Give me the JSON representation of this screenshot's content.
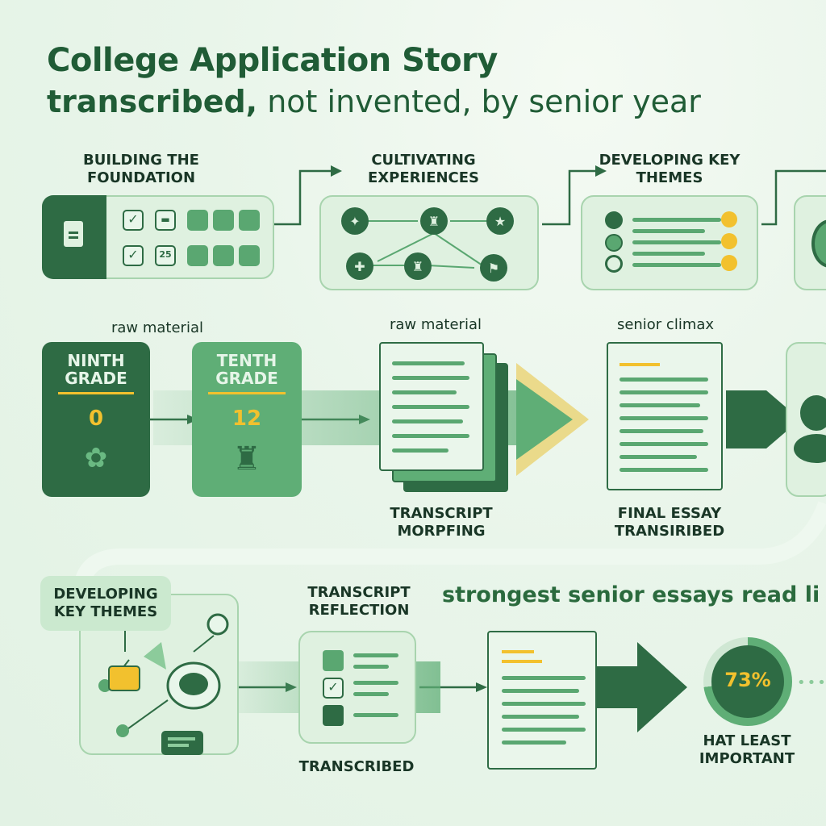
{
  "title": {
    "line1": "College Application Story",
    "line2_bold": "transcribed,",
    "line2_rest": " not invented, by senior year"
  },
  "top_row": {
    "steps": [
      {
        "label": "BUILDING THE FOUNDATION"
      },
      {
        "label": "CULTIVATING EXPERIENCES"
      },
      {
        "label": "DEVELOPING KEY THEMES"
      }
    ],
    "calendar_day": "25"
  },
  "middle_row": {
    "raw_material_left": "raw material",
    "raw_material_center": "raw material",
    "senior_climax": "senior climax",
    "ninth_grade": {
      "label": "NINTH GRADE",
      "value": "0"
    },
    "tenth_grade": {
      "label": "TENTH GRADE",
      "value": "12"
    },
    "transcript_morphing": "TRANSCRIPT MORPFING",
    "final_essay": "FINAL ESSAY TRANSIRIBED"
  },
  "bottom_row": {
    "developing_themes": "DEVELOPING KEY THEMES",
    "transcript_reflection": "TRANSCRIPT REFLECTION",
    "transcribed": "TRANSCRIBED",
    "strongest_text": "strongest senior essays read li",
    "percent": "73%",
    "least_important": "HAT LEAST IMPORTANT"
  },
  "colors": {
    "dark_green": "#2e6b44",
    "mid_green": "#5fae76",
    "light_green": "#dff1e0",
    "accent_yellow": "#f2c12e"
  }
}
